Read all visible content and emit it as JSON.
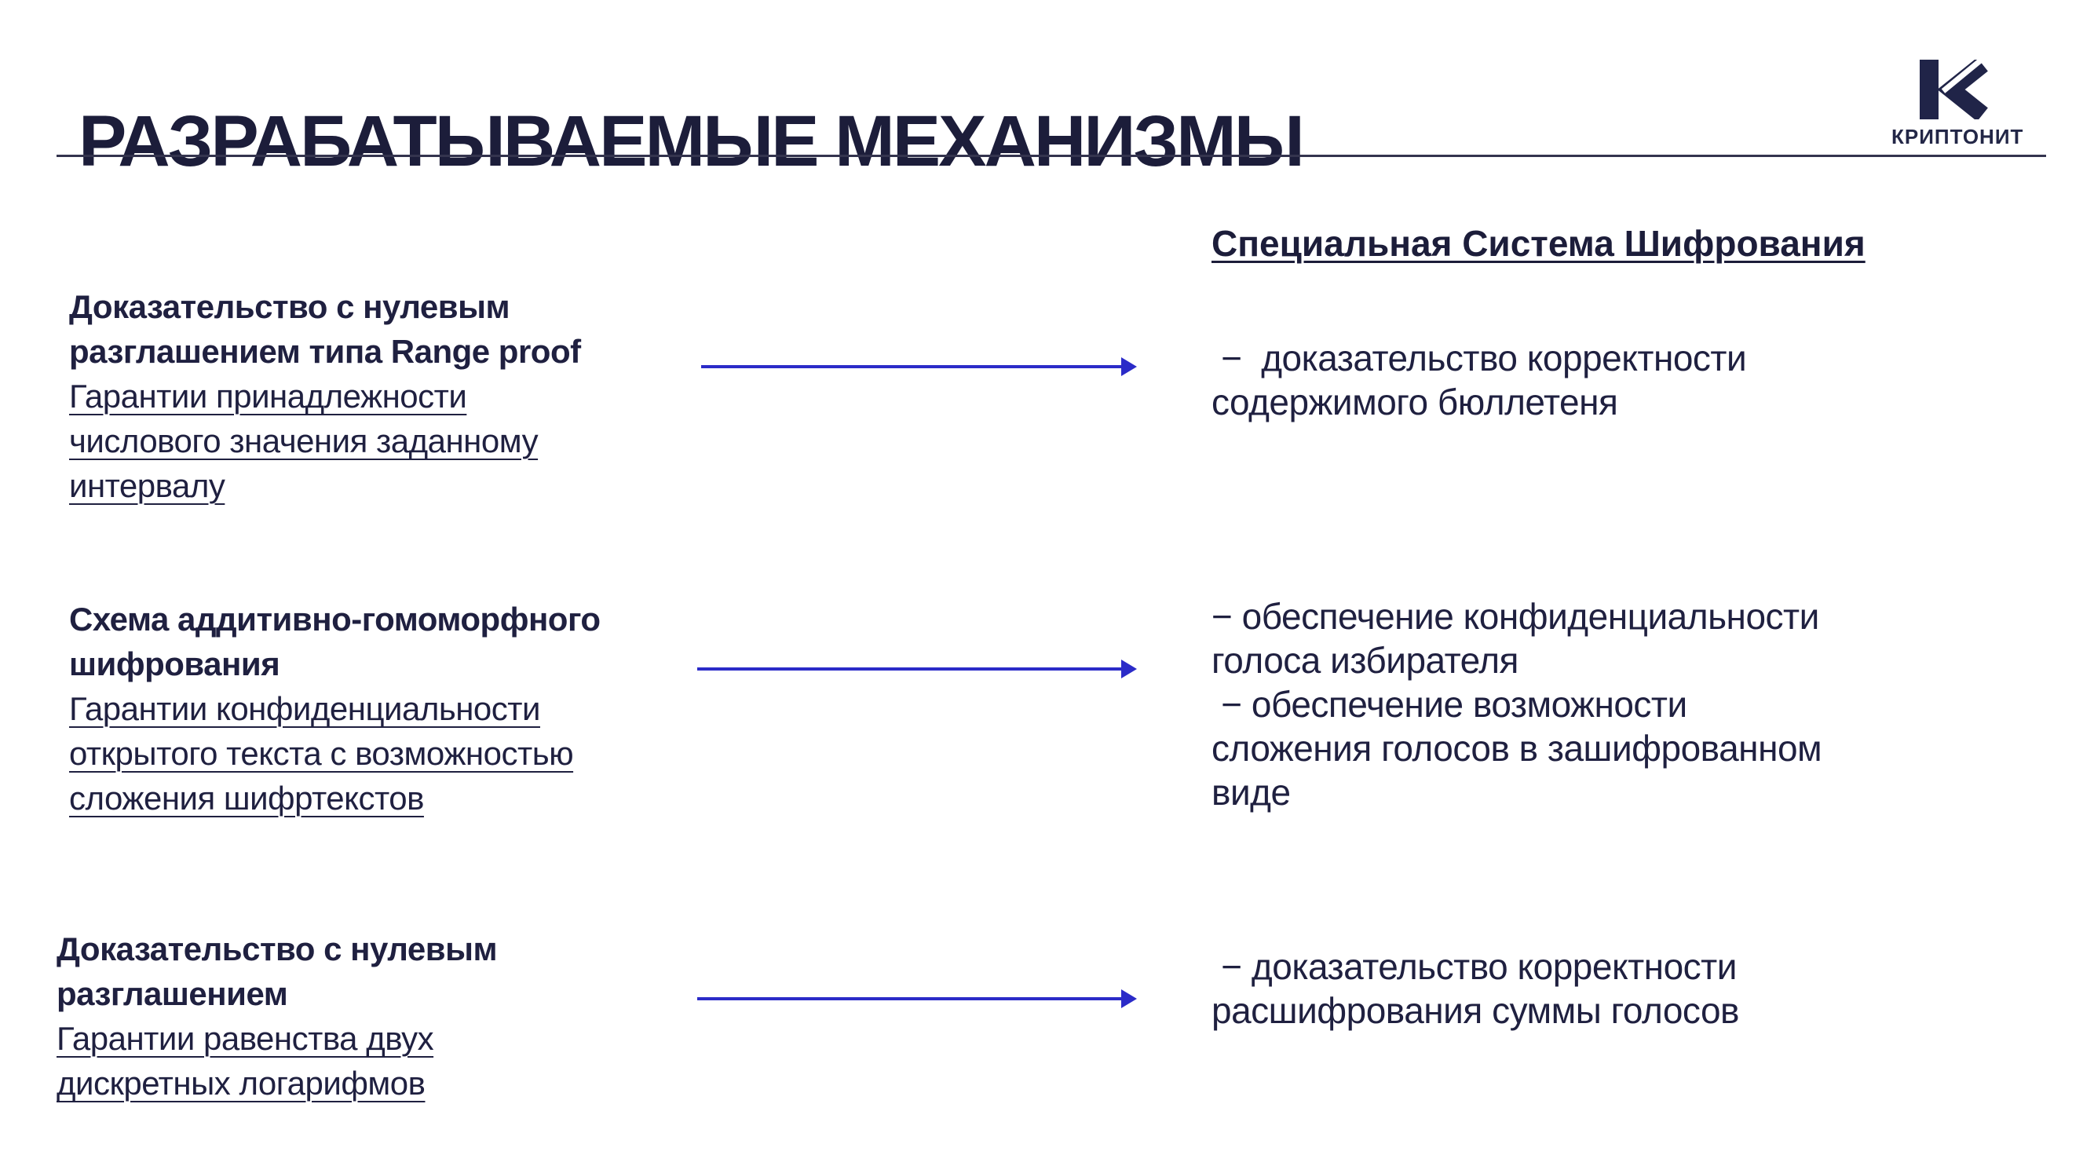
{
  "slide": {
    "title": "РАЗРАБАТЫВАЕМЫЕ МЕХАНИЗМЫ",
    "logo": {
      "brand": "КРИПТОНИТ",
      "mark_icon": "kryptonit-k-monogram-icon"
    },
    "right_column_header": "Специальная Система Шифрования",
    "rows": [
      {
        "left_heading": "Доказательство с нулевым\nразглашением типа Range proof",
        "left_subtext": "Гарантии принадлежности\nчислового значения заданному\nинтервалу",
        "right_text": " −  доказательство корректности\nсодержимого бюллетеня"
      },
      {
        "left_heading": "Схема аддитивно-гомоморфного\nшифрования",
        "left_subtext": "Гарантии конфиденциальности\nоткрытого текста с возможностью\nсложения шифртекстов",
        "right_text": "− обеспечение конфиденциальности\nголоса избирателя\n − обеспечение возможности\nсложения голосов в зашифрованном\nвиде"
      },
      {
        "left_heading": "Доказательство с нулевым\nразглашением",
        "left_subtext": "Гарантии равенства двух\nдискретных логарифмов",
        "right_text": " − доказательство корректности\nрасшифрования суммы голосов"
      }
    ],
    "icons": {
      "connector": "arrow-right-icon"
    },
    "colors": {
      "text_navy": "#1c1d3a",
      "body_navy": "#1f2040",
      "arrow_blue": "#2b2bc8",
      "logo_navy": "#202448",
      "divider": "#34344e",
      "background": "#ffffff"
    }
  }
}
